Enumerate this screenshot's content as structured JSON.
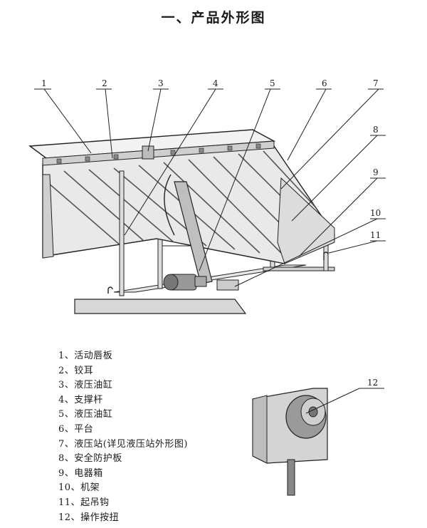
{
  "title": "一、产品外形图",
  "callouts": [
    "1",
    "2",
    "3",
    "4",
    "5",
    "6",
    "7",
    "8",
    "9",
    "10",
    "11",
    "12"
  ],
  "legend": [
    {
      "num": "1",
      "label": "活动唇板"
    },
    {
      "num": "2",
      "label": "铰耳"
    },
    {
      "num": "3",
      "label": "液压油缸"
    },
    {
      "num": "4",
      "label": "支撑杆"
    },
    {
      "num": "5",
      "label": "液压油缸"
    },
    {
      "num": "6",
      "label": "平台"
    },
    {
      "num": "7",
      "label": "液压站(详见液压站外形图)"
    },
    {
      "num": "8",
      "label": "安全防护板"
    },
    {
      "num": "9",
      "label": "电器箱"
    },
    {
      "num": "10",
      "label": "机架"
    },
    {
      "num": "11",
      "label": "起吊钩"
    },
    {
      "num": "12",
      "label": "操作按扭"
    }
  ]
}
